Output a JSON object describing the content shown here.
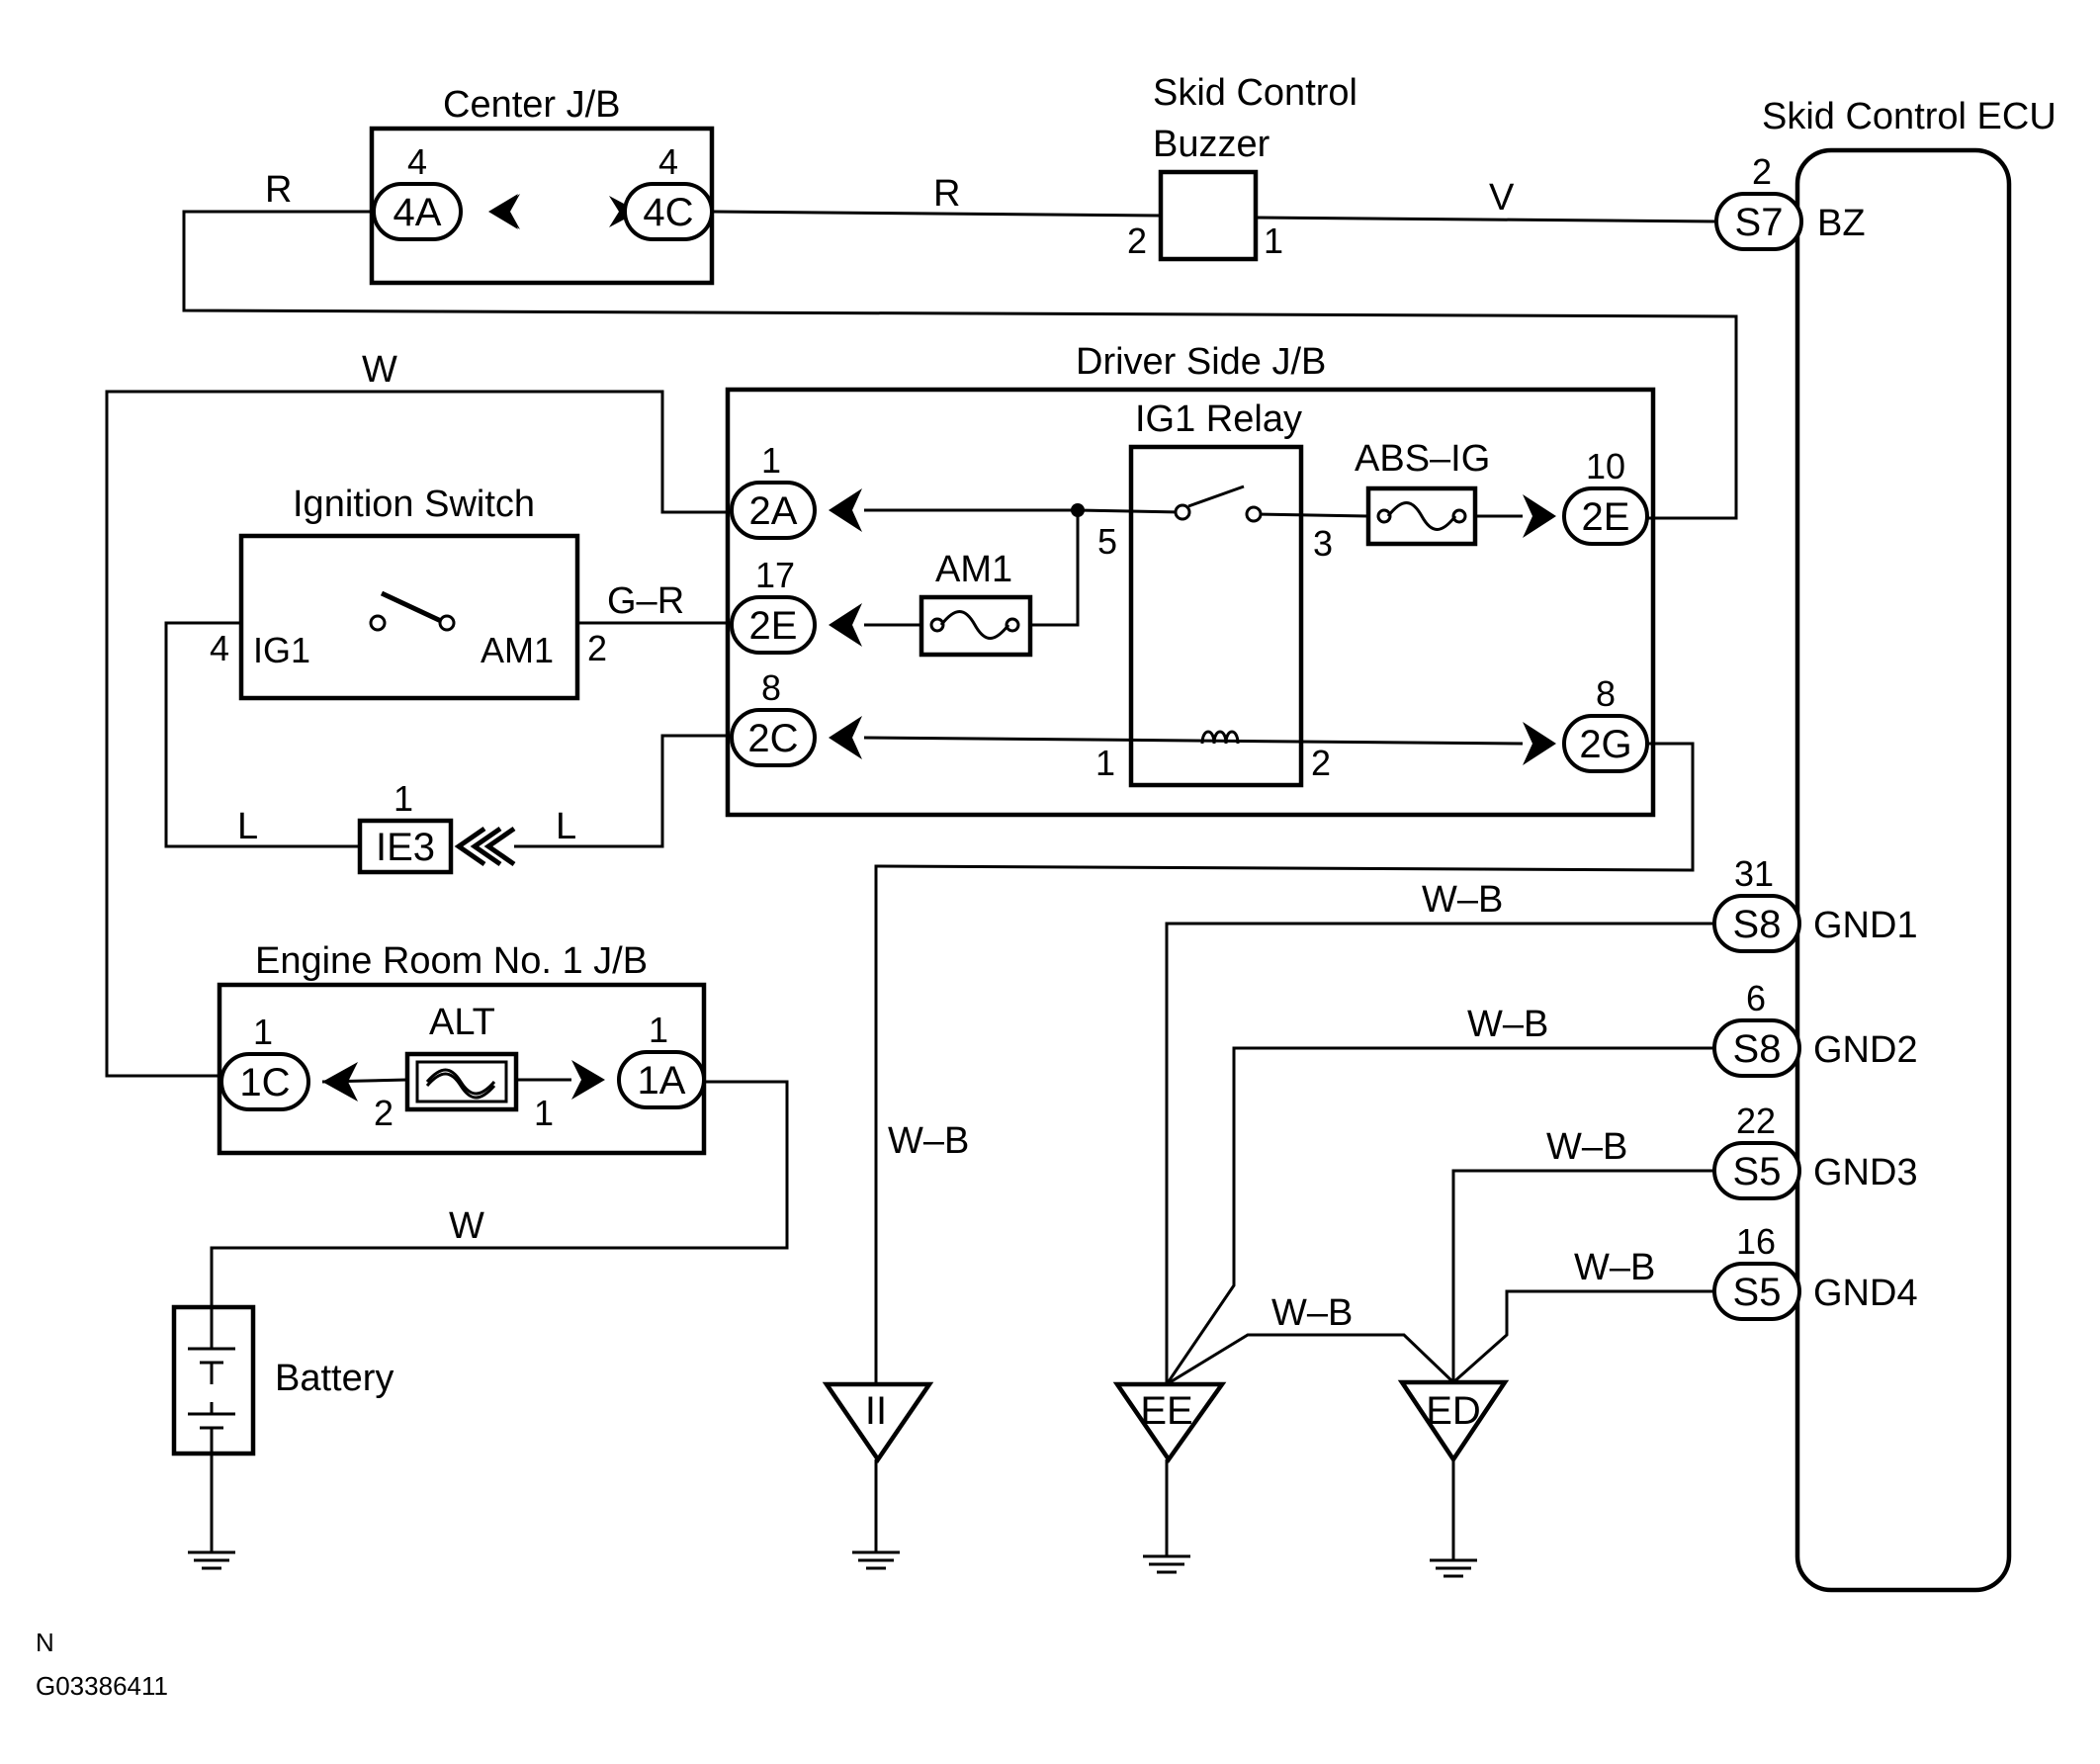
{
  "titles": {
    "center_jb": "Center J/B",
    "buzzer_line1": "Skid Control",
    "buzzer_line2": "Buzzer",
    "ecu": "Skid Control ECU",
    "driver_jb": "Driver Side J/B",
    "ig1_relay": "IG1 Relay",
    "abs_ig": "ABS–IG",
    "am1_fuse": "AM1",
    "ign_switch": "Ignition Switch",
    "engine_jb": "Engine Room No. 1 J/B",
    "alt": "ALT",
    "battery": "Battery"
  },
  "connectors": {
    "c4A": {
      "code": "4A",
      "pin": "4"
    },
    "c4C": {
      "code": "4C",
      "pin": "4"
    },
    "c2A": {
      "code": "2A",
      "pin": "1"
    },
    "c2E1": {
      "code": "2E",
      "pin": "17"
    },
    "c2C": {
      "code": "2C",
      "pin": "8"
    },
    "c2E2": {
      "code": "2E",
      "pin": "10"
    },
    "c2G": {
      "code": "2G",
      "pin": "8"
    },
    "c1C": {
      "code": "1C",
      "pin": "1"
    },
    "c1A": {
      "code": "1A",
      "pin": "1"
    },
    "cIE3": {
      "code": "IE3",
      "pin": "1"
    },
    "cS7": {
      "code": "S7",
      "pin": "2",
      "term": "BZ"
    },
    "cS8a": {
      "code": "S8",
      "pin": "31",
      "term": "GND1"
    },
    "cS8b": {
      "code": "S8",
      "pin": "6",
      "term": "GND2"
    },
    "cS5a": {
      "code": "S5",
      "pin": "22",
      "term": "GND3"
    },
    "cS5b": {
      "code": "S5",
      "pin": "16",
      "term": "GND4"
    }
  },
  "pins": {
    "buzzer_2": "2",
    "buzzer_1": "1",
    "relay_5": "5",
    "relay_3": "3",
    "relay_1": "1",
    "relay_2": "2",
    "sw_4": "4",
    "sw_ig1": "IG1",
    "sw_am1": "AM1",
    "sw_2": "2",
    "alt_2": "2",
    "alt_1": "1"
  },
  "wire_colors": {
    "r_left": "R",
    "r_mid": "R",
    "v": "V",
    "w_top": "W",
    "g_r": "G–R",
    "l_left": "L",
    "l_right": "L",
    "w_bottom": "W",
    "wb_vert": "W–B",
    "wb_1": "W–B",
    "wb_2": "W–B",
    "wb_3": "W–B",
    "wb_4": "W–B",
    "wb_link": "W–B"
  },
  "grounds": {
    "ii": "II",
    "ee": "EE",
    "ed": "ED"
  },
  "footer": {
    "mark": "N",
    "code": "G03386411"
  }
}
